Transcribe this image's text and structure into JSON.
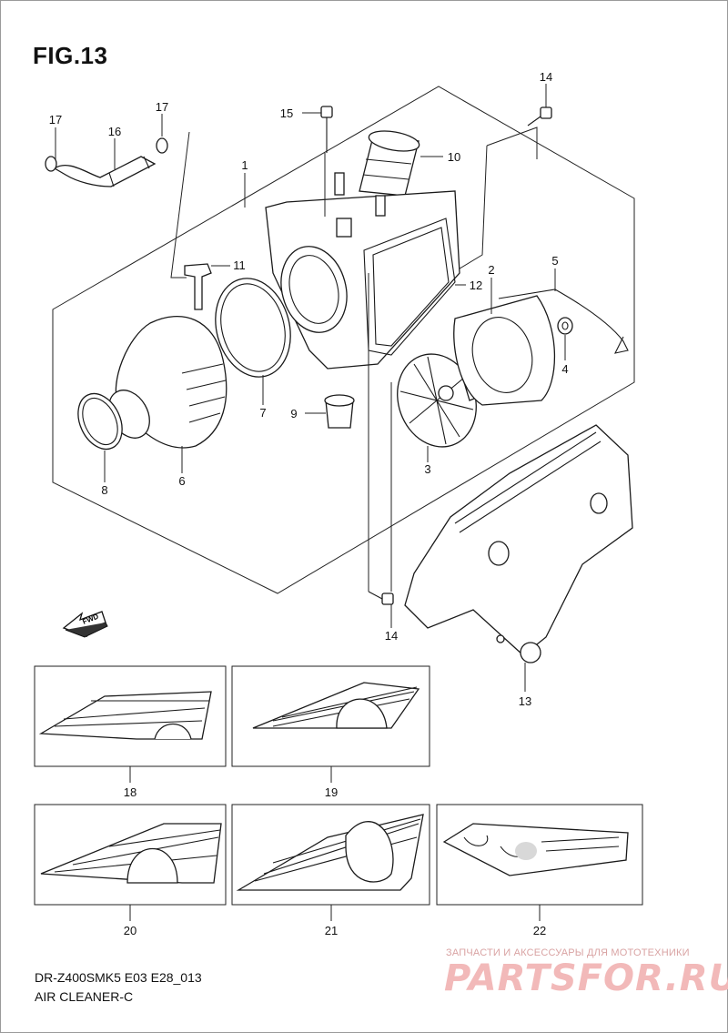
{
  "figure": {
    "title": "FIG.13"
  },
  "footer": {
    "model": "DR-Z400SMK5 E03 E28_013",
    "name": "AIR CLEANER-C"
  },
  "watermark": {
    "tagline": "ЗАПЧАСТИ И АКСЕССУАРЫ ДЛЯ МОТОТЕХНИКИ",
    "brand": "PARTSFOR.RU"
  },
  "fwd_arrow": {
    "label": "FWD"
  },
  "callouts": {
    "c1": "1",
    "c2": "2",
    "c3": "3",
    "c4": "4",
    "c5": "5",
    "c6": "6",
    "c7": "7",
    "c8": "8",
    "c9": "9",
    "c10": "10",
    "c11": "11",
    "c12": "12",
    "c13": "13",
    "c14a": "14",
    "c14b": "14",
    "c15": "15",
    "c16": "16",
    "c17a": "17",
    "c17b": "17",
    "c18": "18",
    "c19": "19",
    "c20": "20",
    "c21": "21",
    "c22": "22"
  }
}
